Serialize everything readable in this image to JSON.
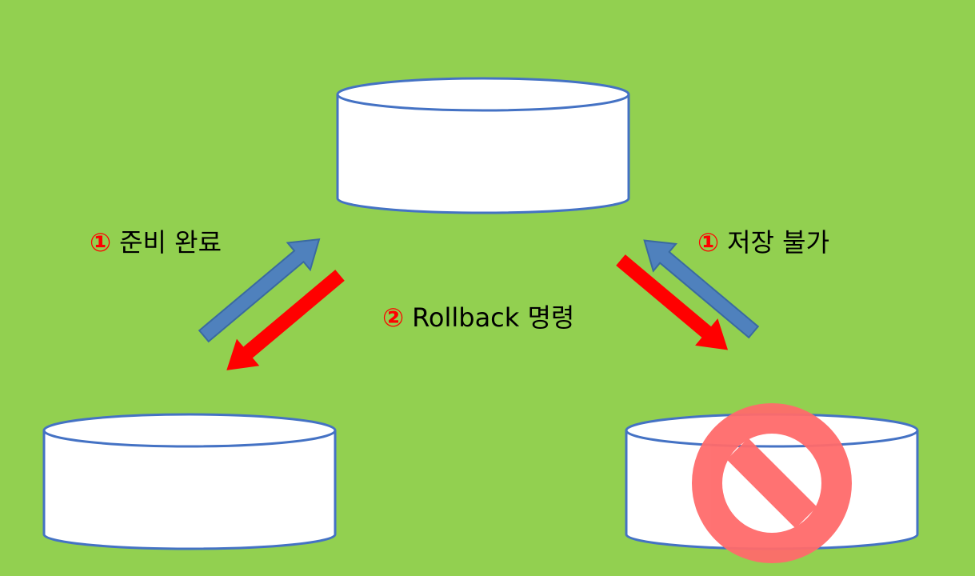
{
  "colors": {
    "background": "#92d050",
    "cylinder_fill": "#ffffff",
    "cylinder_stroke": "#4472c4",
    "arrow_blue": "#4f81bd",
    "arrow_red": "#ff0000",
    "marker_red": "#ff0000",
    "no_symbol": "#ff6b6b"
  },
  "labels": {
    "left_step": {
      "marker": "①",
      "text": "준비 완료"
    },
    "center_step": {
      "marker": "②",
      "text": "Rollback 명령"
    },
    "right_step": {
      "marker": "①",
      "text": "저장 불가"
    }
  },
  "icons": {
    "blocked": "no-entry-icon"
  }
}
